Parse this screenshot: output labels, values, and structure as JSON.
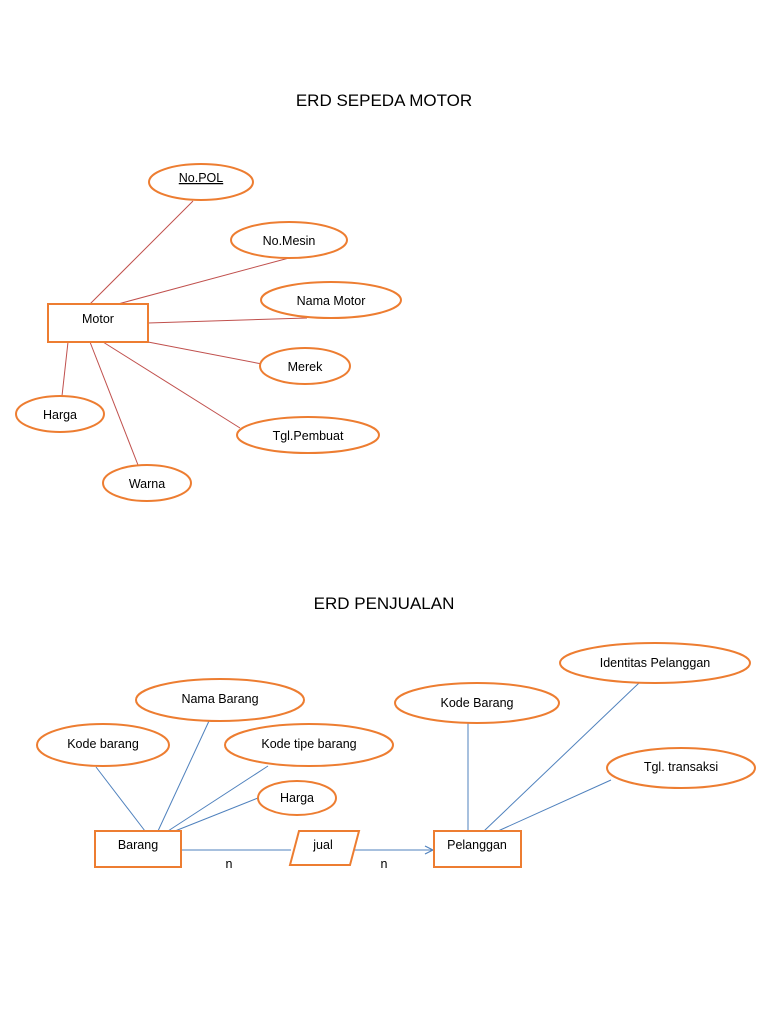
{
  "colors": {
    "shape_stroke": "#ED7D31",
    "line_erd1": "#C0504D",
    "line_erd2": "#4F81BD",
    "text": "#000000"
  },
  "erd1": {
    "title": "ERD SEPEDA MOTOR",
    "entity": "Motor",
    "attributes": {
      "nopol": "No.POL",
      "nomesin": "No.Mesin",
      "namamotor": "Nama Motor",
      "merek": "Merek",
      "tglpembuat": "Tgl.Pembuat",
      "harga": "Harga",
      "warna": "Warna"
    }
  },
  "erd2": {
    "title": "ERD PENJUALAN",
    "entity_left": "Barang",
    "relationship": "jual",
    "entity_right": "Pelanggan",
    "cardinality_left": "n",
    "cardinality_right": "n",
    "left_attributes": {
      "kodebarang": "Kode barang",
      "namabarang": "Nama Barang",
      "kodetipe": "Kode tipe barang",
      "harga": "Harga"
    },
    "right_attributes": {
      "kodebarang": "Kode Barang",
      "identitas": "Identitas Pelanggan",
      "tgltransaksi": "Tgl. transaksi"
    }
  }
}
